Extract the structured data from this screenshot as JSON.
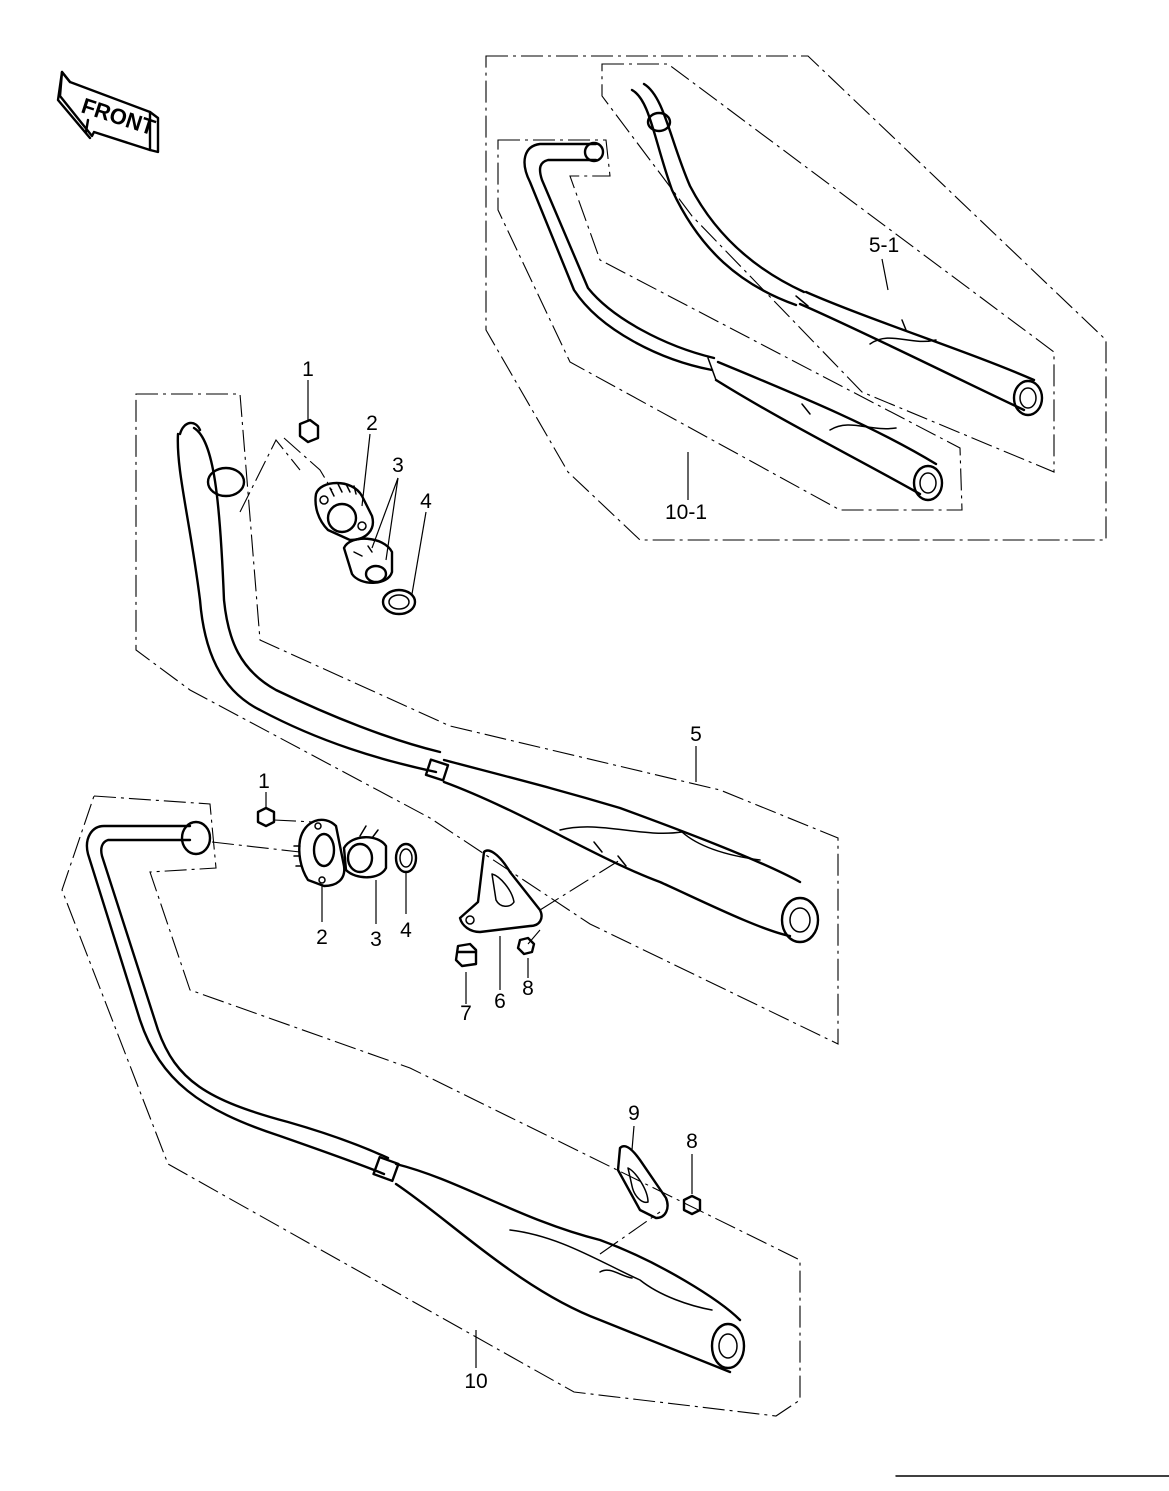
{
  "front_badge": {
    "text": "FRONT"
  },
  "callouts": {
    "nut_upper": "1",
    "holder_upper": "2",
    "collar_upper": "3",
    "gasket_upper": "4",
    "muffler_right": "5",
    "muffler_right_alt": "5-1",
    "bracket_mount": "6",
    "rubber_damper": "7",
    "nut_bracket": "8",
    "bracket_lower": "9",
    "nut_lower_bracket": "8",
    "muffler_left": "10",
    "muffler_left_alt": "10-1",
    "nut_lower": "1",
    "holder_lower": "2",
    "collar_lower": "3",
    "gasket_lower": "4"
  }
}
